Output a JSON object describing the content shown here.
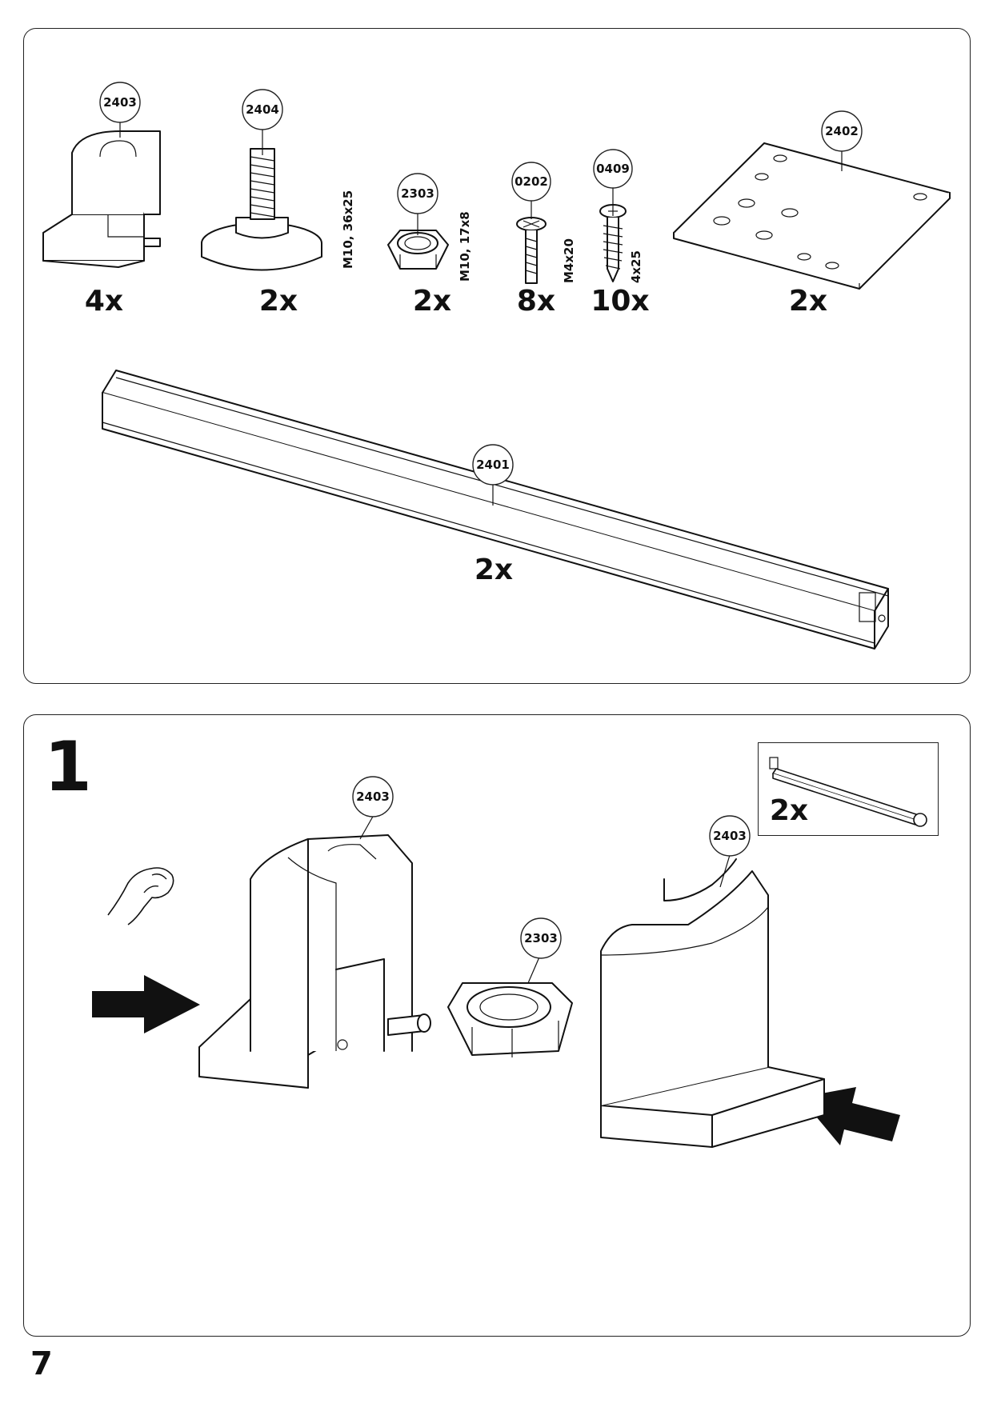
{
  "parts": [
    {
      "id": "2403",
      "qty": "4x",
      "spec": ""
    },
    {
      "id": "2404",
      "qty": "2x",
      "spec": "M10, 36x25"
    },
    {
      "id": "2303",
      "qty": "2x",
      "spec": "M10, 17x8"
    },
    {
      "id": "0202",
      "qty": "8x",
      "spec": "M4x20"
    },
    {
      "id": "0409",
      "qty": "10x",
      "spec": "4x25"
    },
    {
      "id": "2402",
      "qty": "2x",
      "spec": ""
    },
    {
      "id": "2401",
      "qty": "2x",
      "spec": ""
    }
  ],
  "step": {
    "number": "1",
    "inset_qty": "2x",
    "labels": [
      "2403",
      "2403",
      "2303"
    ]
  },
  "page_number": "7"
}
